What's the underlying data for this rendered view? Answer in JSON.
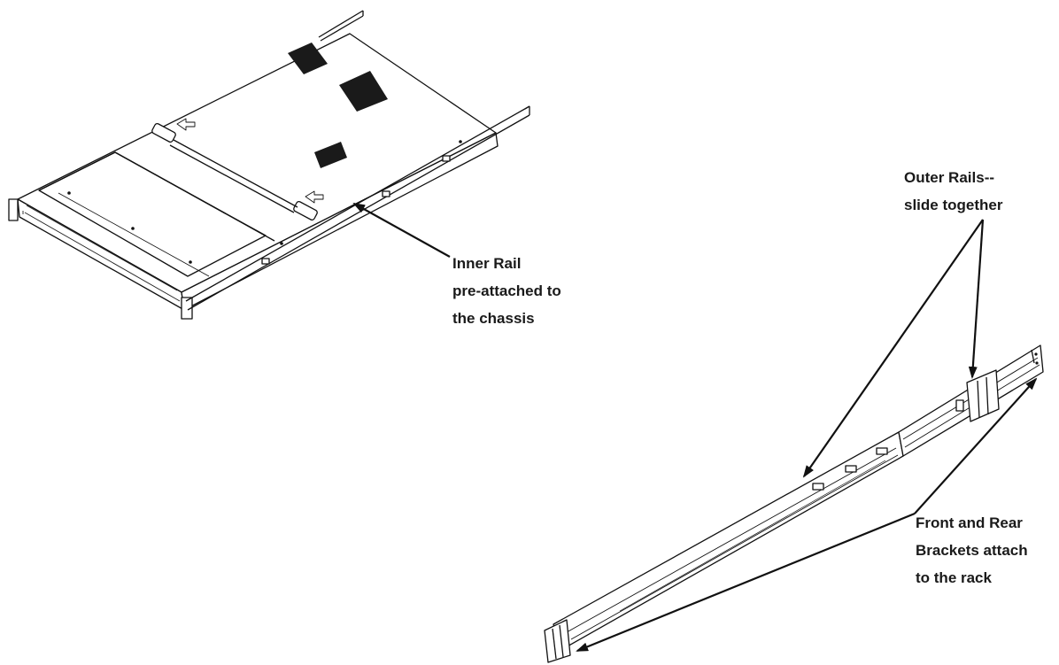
{
  "callouts": {
    "inner_rail": [
      "Inner Rail",
      "pre-attached to",
      "the chassis"
    ],
    "outer_rails": [
      "Outer Rails--",
      "slide together"
    ],
    "brackets": [
      "Front and Rear",
      "Brackets attach",
      "to the rack"
    ]
  },
  "colors": {
    "line": "#111111",
    "vent": "#1a1a1a",
    "background": "#ffffff"
  }
}
